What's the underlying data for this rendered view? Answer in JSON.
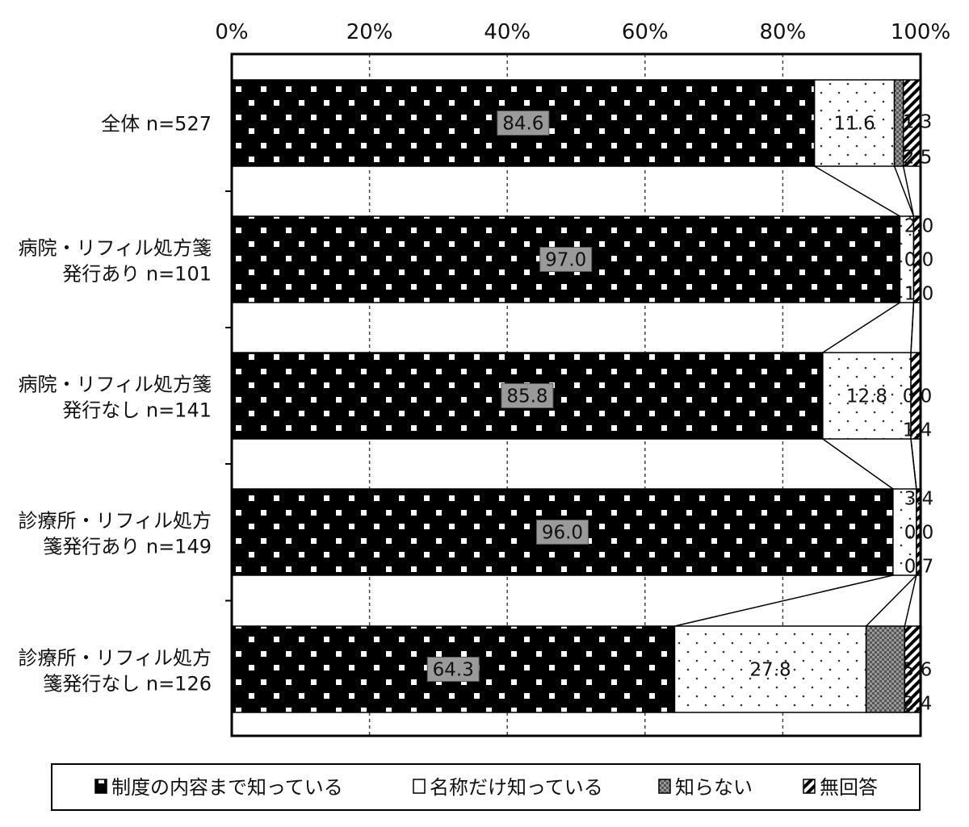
{
  "chart_data": {
    "type": "bar",
    "orientation": "horizontal",
    "stacked": "percent",
    "title": "",
    "xlabel": "",
    "ylabel": "",
    "xlim": [
      0,
      100
    ],
    "x_ticks": [
      "0%",
      "20%",
      "40%",
      "60%",
      "80%",
      "100%"
    ],
    "grid": true,
    "legend_position": "bottom",
    "categories": [
      {
        "line1": "全体 n=527",
        "line2": ""
      },
      {
        "line1": "病院・リフィル処方箋",
        "line2": "発行あり n=101"
      },
      {
        "line1": "病院・リフィル処方箋",
        "line2": "発行なし n=141"
      },
      {
        "line1": "診療所・リフィル処方",
        "line2": "箋発行あり n=149"
      },
      {
        "line1": "診療所・リフィル処方",
        "line2": "箋発行なし n=126"
      }
    ],
    "series": [
      {
        "name": "制度の内容まで知っている",
        "pattern": "black-white-dots",
        "values": [
          84.6,
          97.0,
          85.8,
          96.0,
          64.3
        ],
        "labels": [
          "84.6",
          "97.0",
          "85.8",
          "96.0",
          "64.3"
        ]
      },
      {
        "name": "名称だけ知っている",
        "pattern": "white-sparse-dots",
        "values": [
          11.6,
          2.0,
          12.8,
          3.4,
          27.8
        ],
        "labels": [
          "11.6",
          "2.0",
          "12.8",
          "3.4",
          "27.8"
        ]
      },
      {
        "name": "知らない",
        "pattern": "gray-checker",
        "values": [
          1.3,
          0.0,
          0.0,
          0.0,
          5.6
        ],
        "labels": [
          "1.3",
          "0.0",
          "0.0",
          "0.0",
          "5.6"
        ]
      },
      {
        "name": "無回答",
        "pattern": "diagonal-hatch",
        "values": [
          2.5,
          1.0,
          1.4,
          0.7,
          2.4
        ],
        "labels": [
          "2.5",
          "1.0",
          "1.4",
          "0.7",
          "2.4"
        ]
      }
    ],
    "colors": {
      "bar_fill": "#000000",
      "dot": "#ffffff",
      "frame": "#000000",
      "grid": "#444444"
    }
  }
}
